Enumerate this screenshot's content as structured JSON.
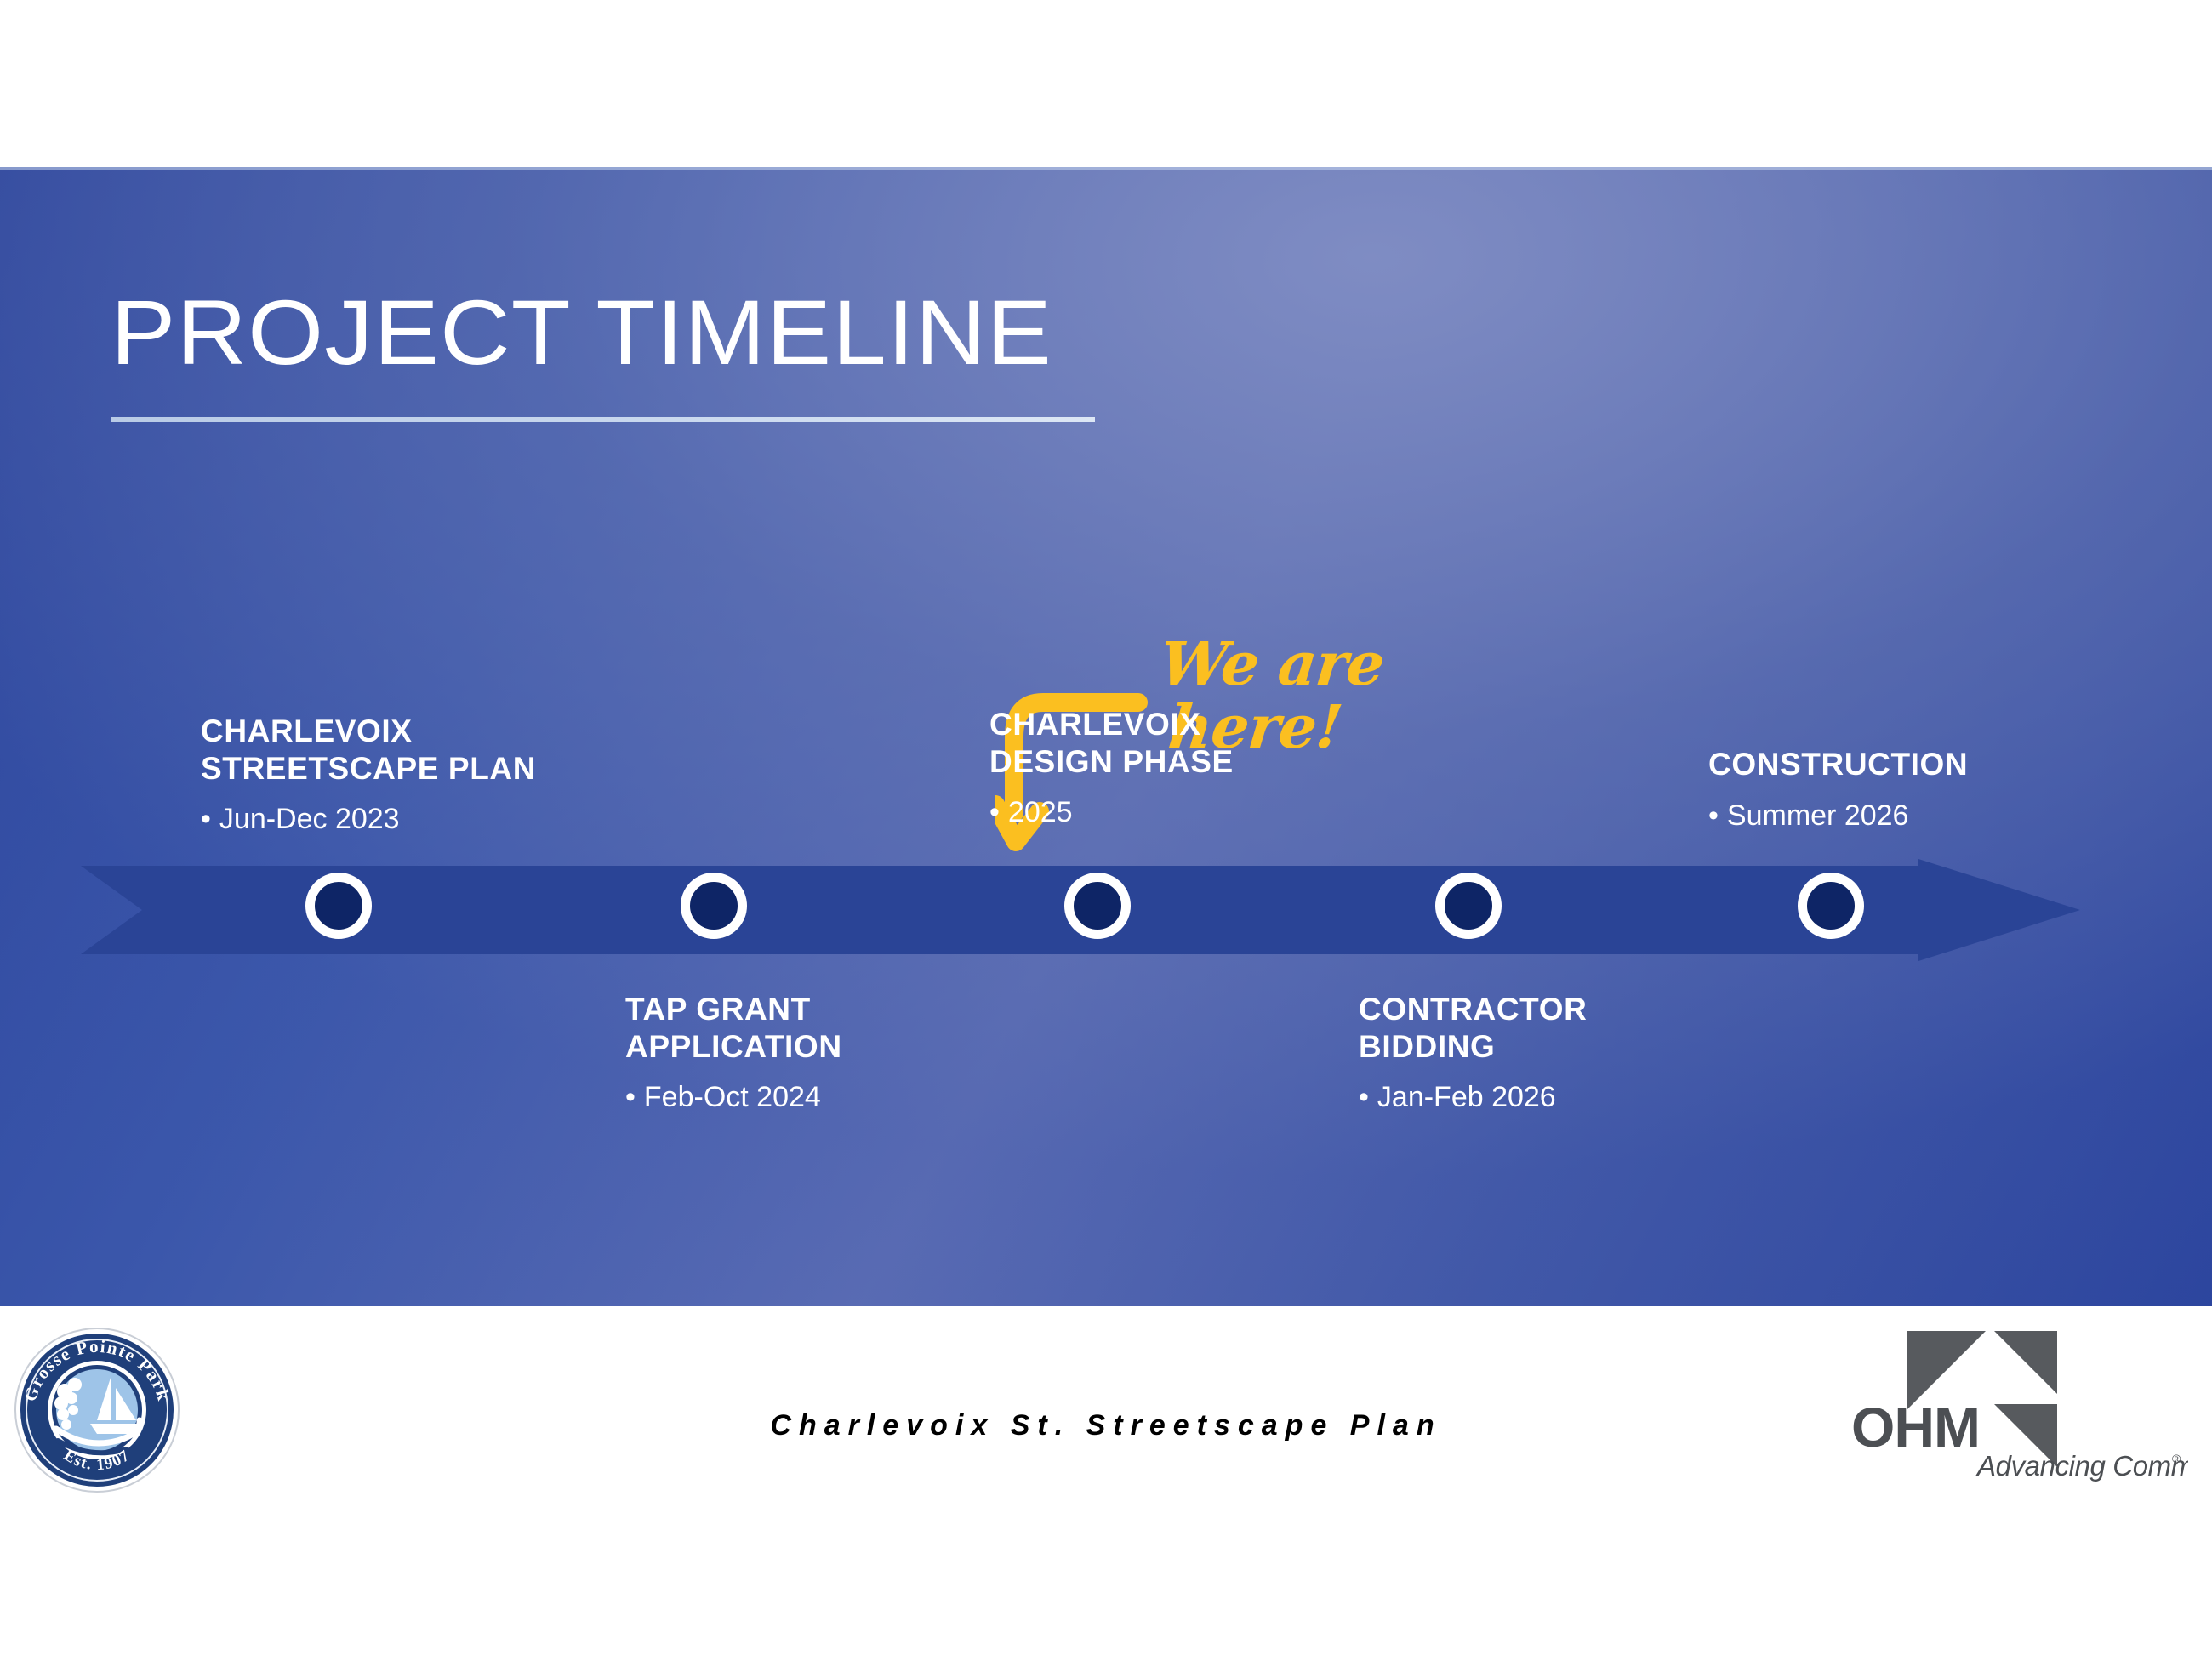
{
  "slide": {
    "title": "PROJECT TIMELINE",
    "background_color_dark": "#2c459e",
    "background_color_light": "#6878b5"
  },
  "annotation": {
    "line1": "We are",
    "line2": "here!",
    "color": "#fbbf20",
    "arrow_icon": "curved-down-left-arrow-icon"
  },
  "timeline": {
    "bar_color": "#2a4496",
    "dot_fill": "#0e2566",
    "dot_ring": "#ffffff",
    "milestones": [
      {
        "title": "CHARLEVOIX\nSTREETSCAPE PLAN",
        "date": "Jun-Dec 2023",
        "bullet": "•",
        "position": "above"
      },
      {
        "title": "TAP GRANT\nAPPLICATION",
        "date": "Feb-Oct 2024",
        "bullet": "•",
        "position": "below"
      },
      {
        "title": "CHARLEVOIX\nDESIGN PHASE",
        "date": "2025",
        "bullet": "•",
        "position": "above"
      },
      {
        "title": "CONTRACTOR\nBIDDING",
        "date": "Jan-Feb 2026",
        "bullet": "•",
        "position": "below"
      },
      {
        "title": "CONSTRUCTION",
        "date": "Summer 2026",
        "bullet": "•",
        "position": "above"
      }
    ]
  },
  "footer": {
    "center_text": "Charlevoix St. Streetscape Plan",
    "city_seal": {
      "name": "grosse-pointe-park-seal-icon",
      "arc_text": "Grosse Pointe Park",
      "established": "Est. 1907"
    },
    "ohm_logo": {
      "name": "ohm-logo-icon",
      "wordmark": "OHM",
      "tagline": "Advancing Communities",
      "registered_mark": "®"
    }
  }
}
